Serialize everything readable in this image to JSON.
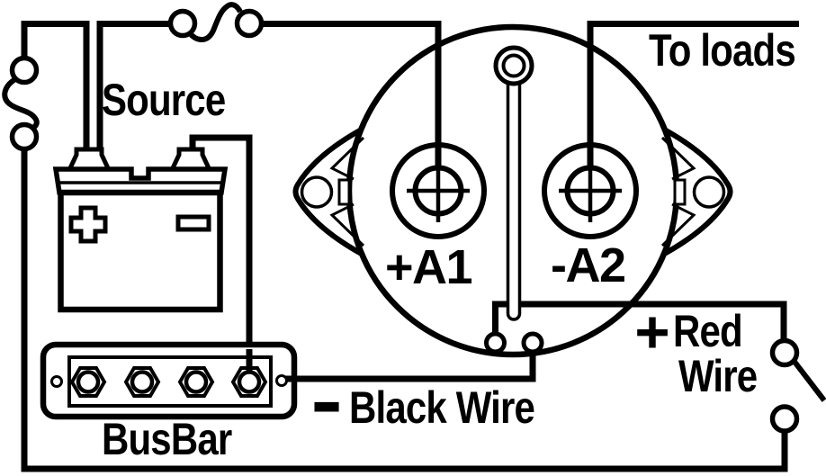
{
  "colors": {
    "line": "#000000",
    "background": "#ffffff"
  },
  "labels": {
    "source": "Source",
    "to_loads": "To loads",
    "terminal_a1": "+A1",
    "terminal_a2": "-A2",
    "busbar": "BusBar",
    "black_wire": "Black Wire",
    "black_wire_sign": "−",
    "red_wire_word1": "Red",
    "red_wire_word2": "Wire",
    "red_wire_sign": "+"
  }
}
